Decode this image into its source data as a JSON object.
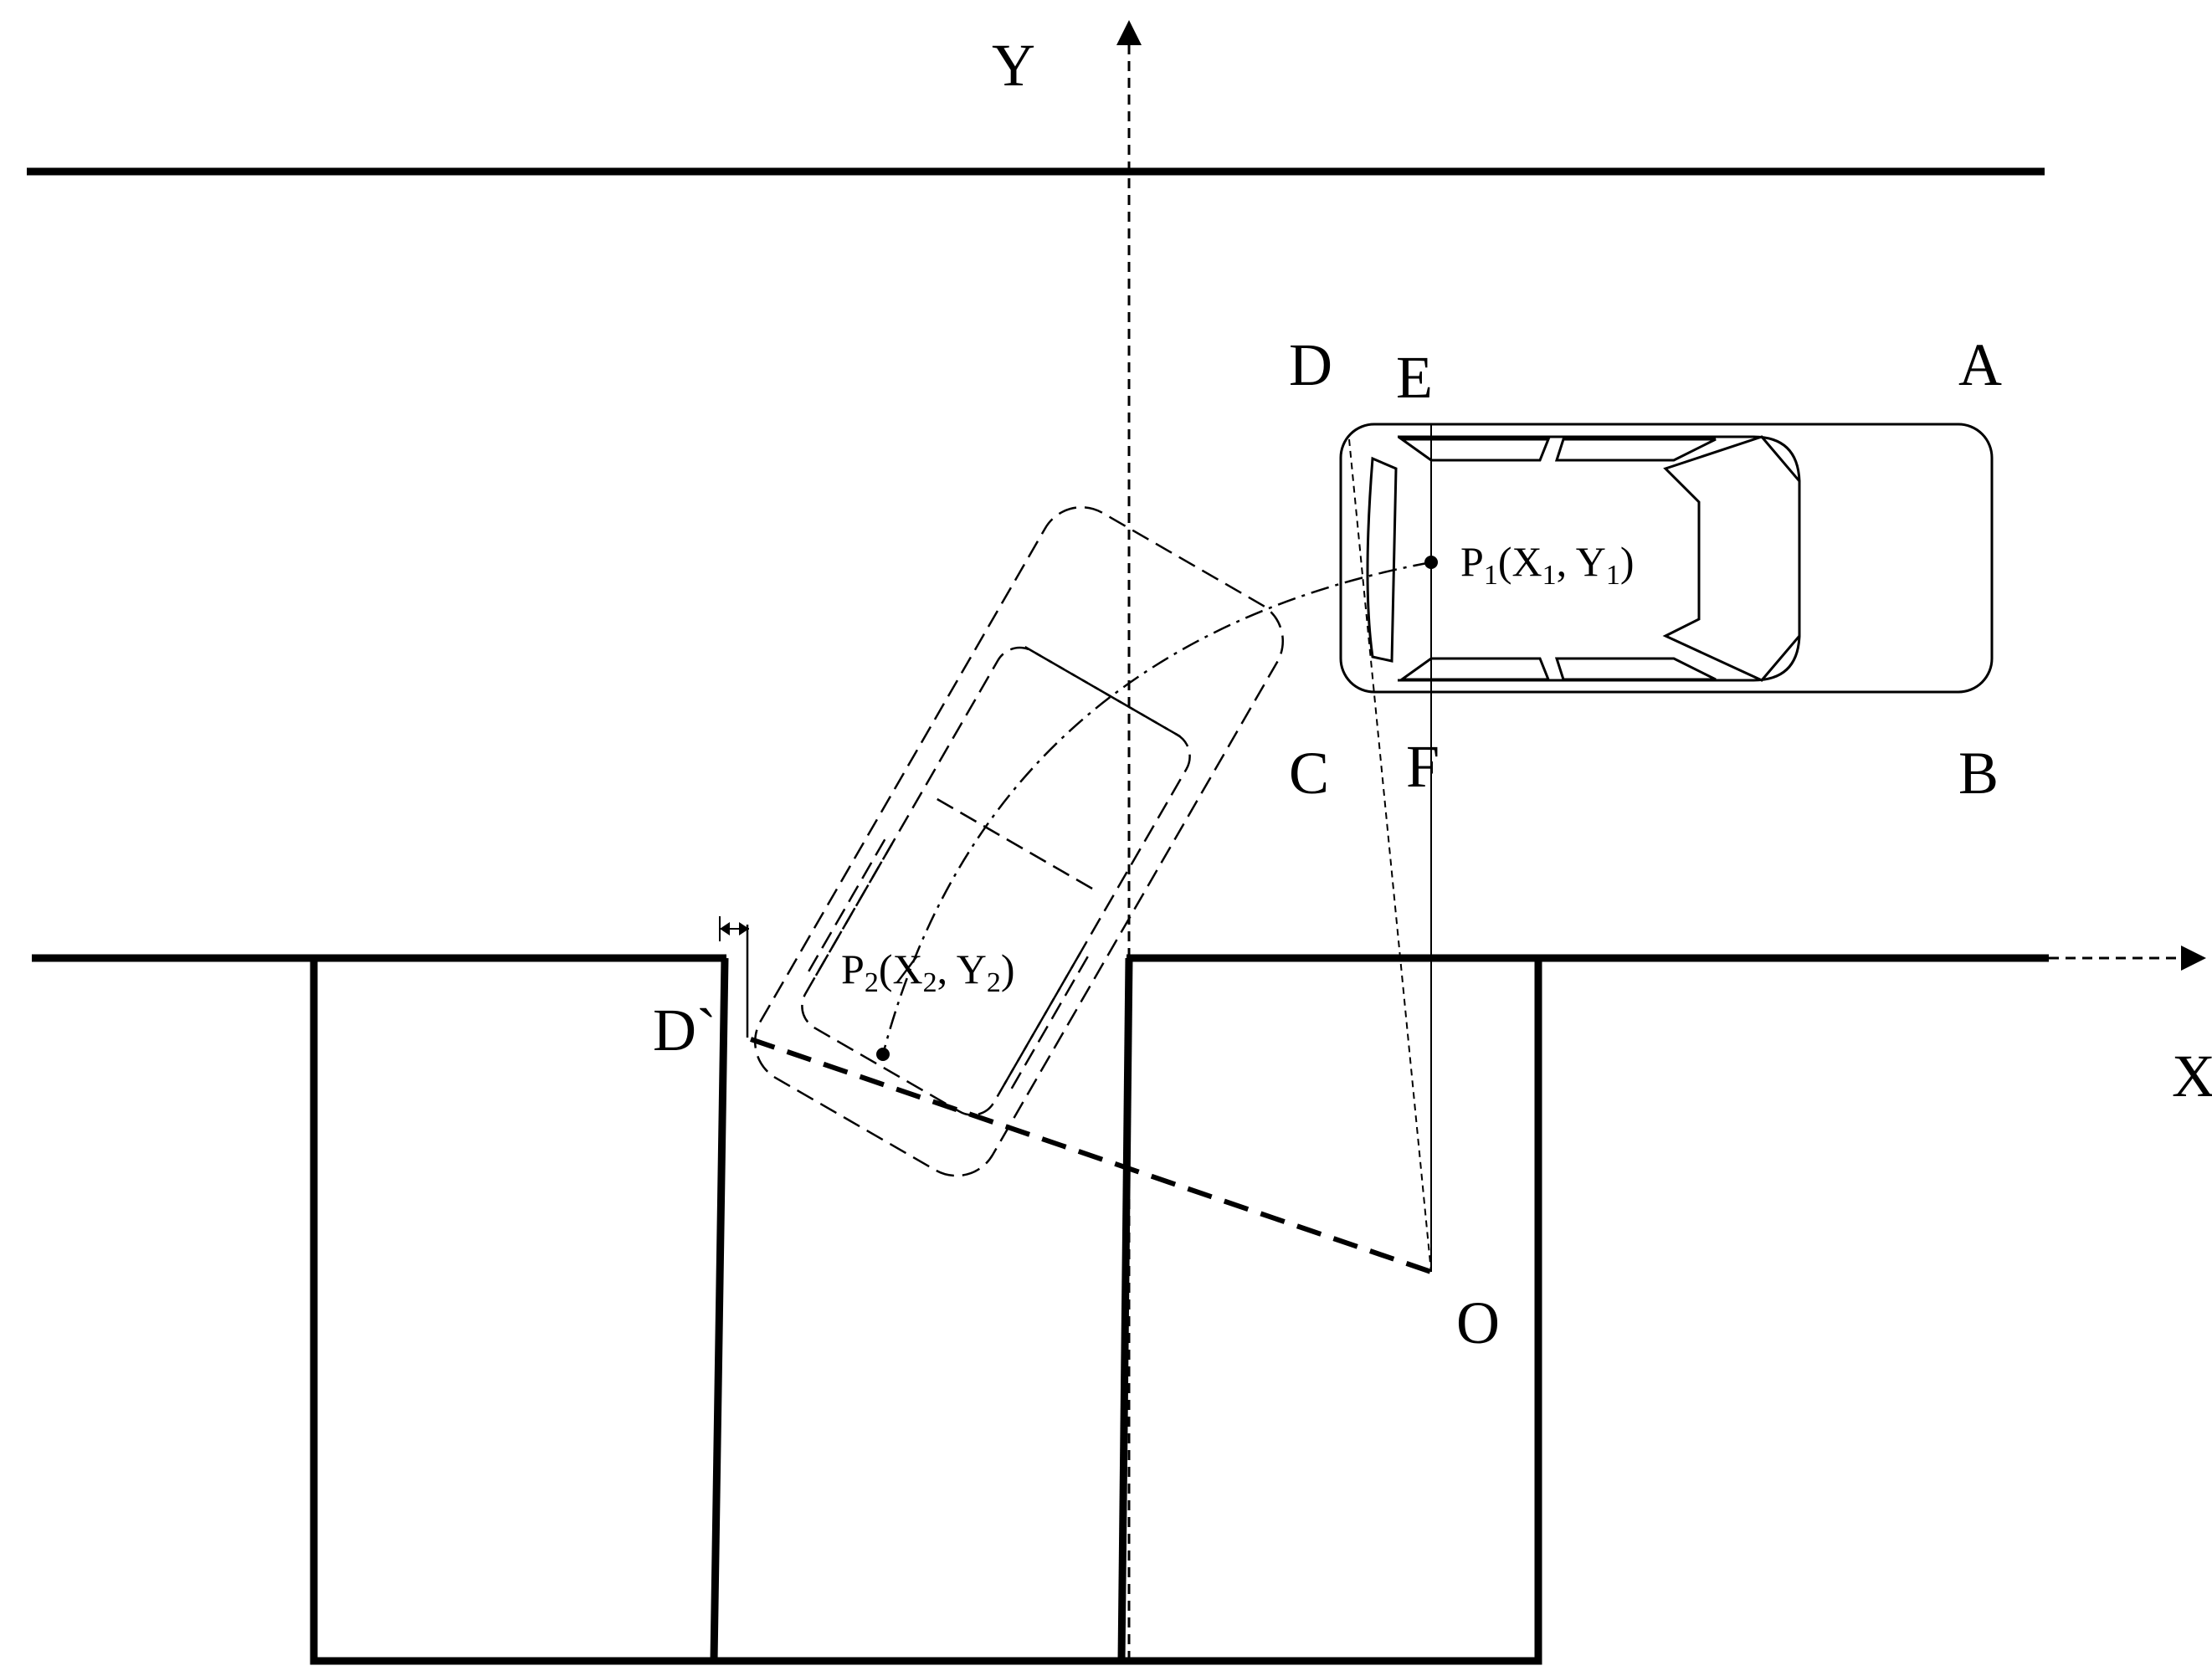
{
  "labels": {
    "axis_y": "Y",
    "axis_x": "X",
    "corner_a": "A",
    "corner_b": "B",
    "corner_c": "C",
    "corner_d": "D",
    "point_e": "E",
    "point_f": "F",
    "point_o": "O",
    "point_d_prime": "D`"
  },
  "points": {
    "p1": {
      "letter": "P",
      "index": "1",
      "open": "(X",
      "comma": ", Y",
      "close": ")"
    },
    "p2": {
      "letter": "P",
      "index": "2",
      "open": "(X",
      "comma": ", Y",
      "close": ")"
    }
  },
  "colors": {
    "line": "#000000",
    "background": "#ffffff"
  }
}
